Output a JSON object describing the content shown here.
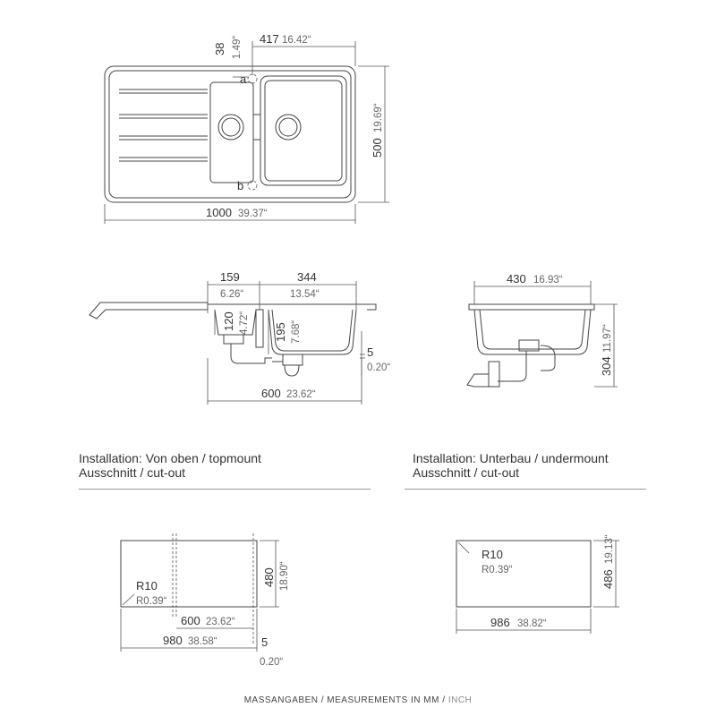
{
  "top_view": {
    "dim_offset": "38",
    "dim_offset_in": "1.49“",
    "dim_bowl_width": "417",
    "dim_bowl_width_in": "16.42“",
    "dim_depth": "500",
    "dim_depth_in": "19.69“",
    "dim_total_width": "1000",
    "dim_total_width_in": "39.37“",
    "marker_a": "a",
    "marker_b": "b"
  },
  "topmount_section": {
    "dim_small_bowl": "159",
    "dim_small_bowl_in": "6.26“",
    "dim_main_bowl": "344",
    "dim_main_bowl_in": "13.54“",
    "dim_small_depth": "120",
    "dim_small_depth_in": "4.72“",
    "dim_main_depth": "195",
    "dim_main_depth_in": "7.68“",
    "dim_rim": "5",
    "dim_rim_in": "0.20“",
    "dim_cabinet": "600",
    "dim_cabinet_in": "23.62“"
  },
  "undermount_section": {
    "dim_width": "430",
    "dim_width_in": "16.93“",
    "dim_height": "304",
    "dim_height_in": "11.97“"
  },
  "topmount_label": {
    "line1": "Installation: Von oben / topmount",
    "line2": "Ausschnitt / cut-out"
  },
  "undermount_label": {
    "line1": "Installation: Unterbau / undermount",
    "line2": "Ausschnitt / cut-out"
  },
  "topmount_cutout": {
    "radius": "R10",
    "radius_in": "R0.39“",
    "dim_height": "480",
    "dim_height_in": "18.90“",
    "dim_cabinet": "600",
    "dim_cabinet_in": "23.62“",
    "dim_width": "980",
    "dim_width_in": "38.58“",
    "dim_gap": "5",
    "dim_gap_in": "0.20“"
  },
  "undermount_cutout": {
    "radius": "R10",
    "radius_in": "R0.39“",
    "dim_height": "486",
    "dim_height_in": "19.13“",
    "dim_width": "986",
    "dim_width_in": "38.82“"
  },
  "footer": {
    "text_main": "MASSANGABEN / MEASUREMENTS IN MM / ",
    "text_unit": "INCH"
  }
}
